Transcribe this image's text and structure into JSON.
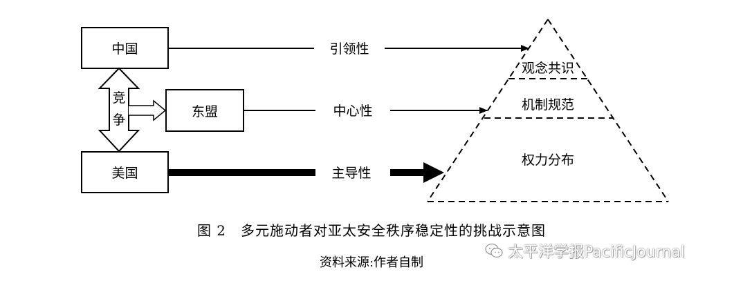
{
  "nodes": {
    "china": "中国",
    "asean": "东盟",
    "usa": "美国"
  },
  "competition": {
    "char1": "竞",
    "char2": "争"
  },
  "arrows": {
    "leadership": "引领性",
    "centrality": "中心性",
    "dominance": "主导性"
  },
  "pyramid": {
    "top": "观念共识",
    "middle": "机制规范",
    "bottom": "权力分布"
  },
  "caption": {
    "title": "图 2　多元施动者对亚太安全秩序稳定性的挑战示意图",
    "source": "资料来源:作者自制"
  },
  "watermark": {
    "text": "太平洋学报PacificJournal"
  }
}
